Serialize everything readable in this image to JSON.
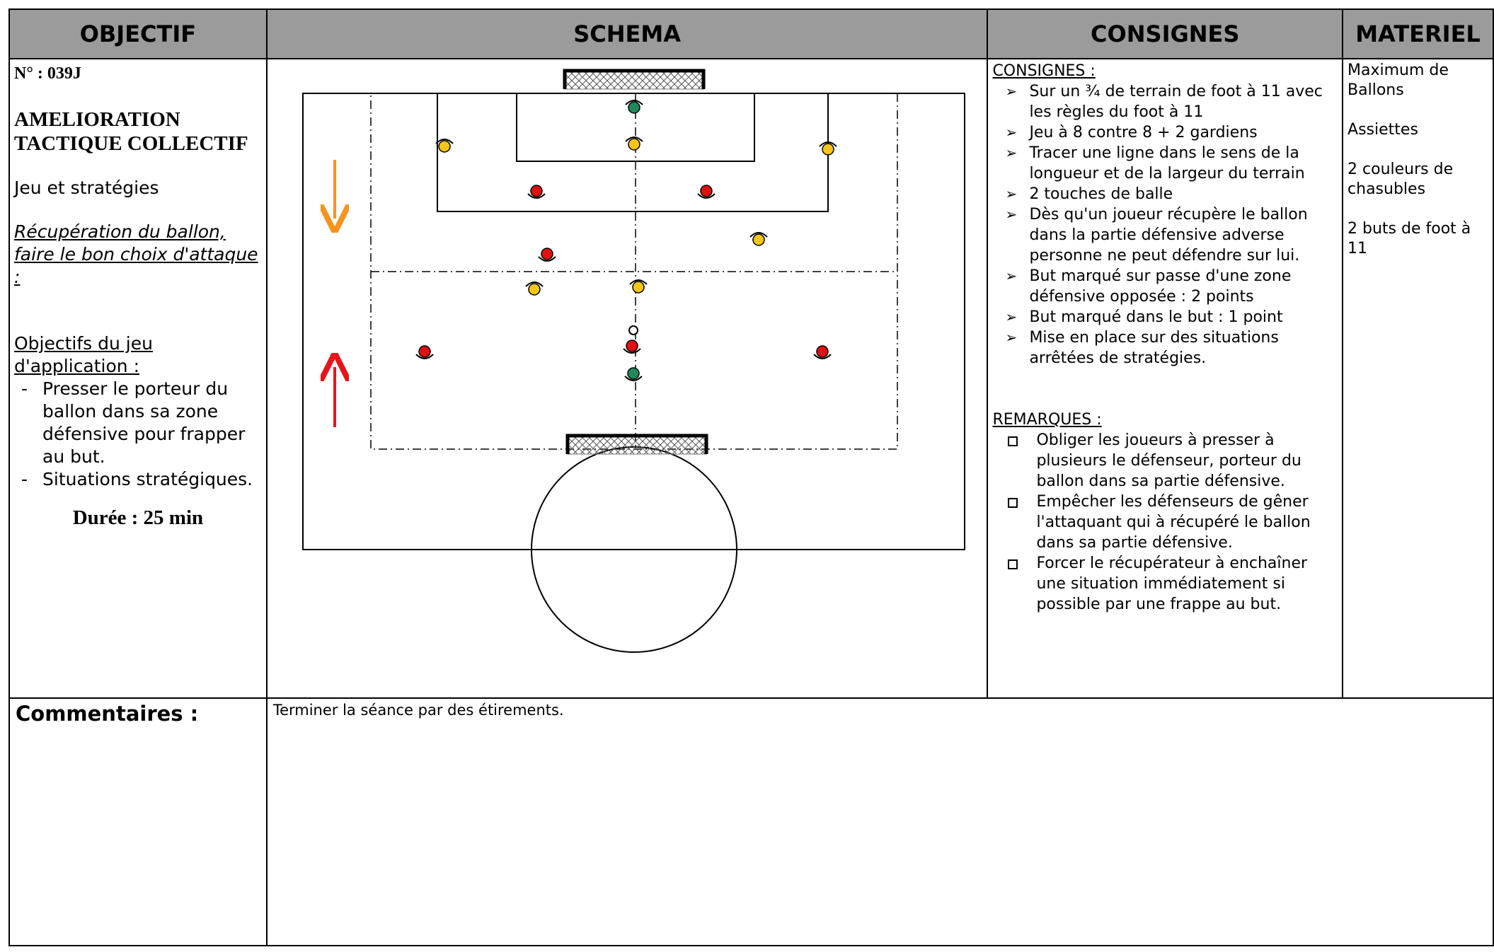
{
  "headers": {
    "objectif": "OBJECTIF",
    "schema": "SCHEMA",
    "consignes": "CONSIGNES",
    "materiel": "MATERIEL"
  },
  "objectif": {
    "numero": "N° : 039J",
    "title_line1": "AMELIORATION",
    "title_line2": "TACTIQUE COLLECTIF",
    "theme": "Jeu et stratégies",
    "subtitle": "Récupération du ballon, faire le bon choix d'attaque :",
    "objectifs_label_1": "Objectifs du jeu",
    "objectifs_label_2": "d'application :",
    "items": [
      "Presser le porteur du ballon dans sa zone défensive pour frapper au but.",
      "Situations stratégiques."
    ],
    "duree": "Durée : 25 min"
  },
  "consignes": {
    "heading": "CONSIGNES :",
    "items": [
      "Sur un ¾ de terrain de foot à 11 avec les règles du foot à 11",
      "Jeu à 8  contre 8  + 2 gardiens",
      "Tracer une ligne dans le sens de la longueur et de la largeur du terrain",
      "2 touches de balle",
      "Dès qu'un joueur récupère le ballon dans la partie défensive adverse personne ne peut défendre sur lui.",
      "But marqué sur passe d'une zone défensive opposée : 2 points",
      "But marqué dans le but : 1 point",
      "Mise en place sur des situations arrêtées de stratégies."
    ],
    "remarques_heading": "REMARQUES :",
    "remarques": [
      "Obliger les joueurs à presser à plusieurs le défenseur, porteur du ballon dans sa partie défensive.",
      "Empêcher les défenseurs de gêner l'attaquant qui à récupéré le ballon dans sa partie défensive.",
      "Forcer le récupérateur à enchaîner une situation immédiatement si possible par une frappe au but."
    ]
  },
  "materiel": {
    "items": [
      "Maximum de Ballons",
      "Assiettes",
      "2 couleurs de chasubles",
      "2 buts de foot à 11"
    ]
  },
  "commentaires": {
    "label": "Commentaires :",
    "text": "Terminer la séance par des étirements."
  },
  "schema": {
    "colors": {
      "red": "#e11010",
      "yellow": "#f5c518",
      "green": "#1e8a5a",
      "arrow_orange": "#f7931e",
      "arrow_red": "#e8141b"
    }
  }
}
